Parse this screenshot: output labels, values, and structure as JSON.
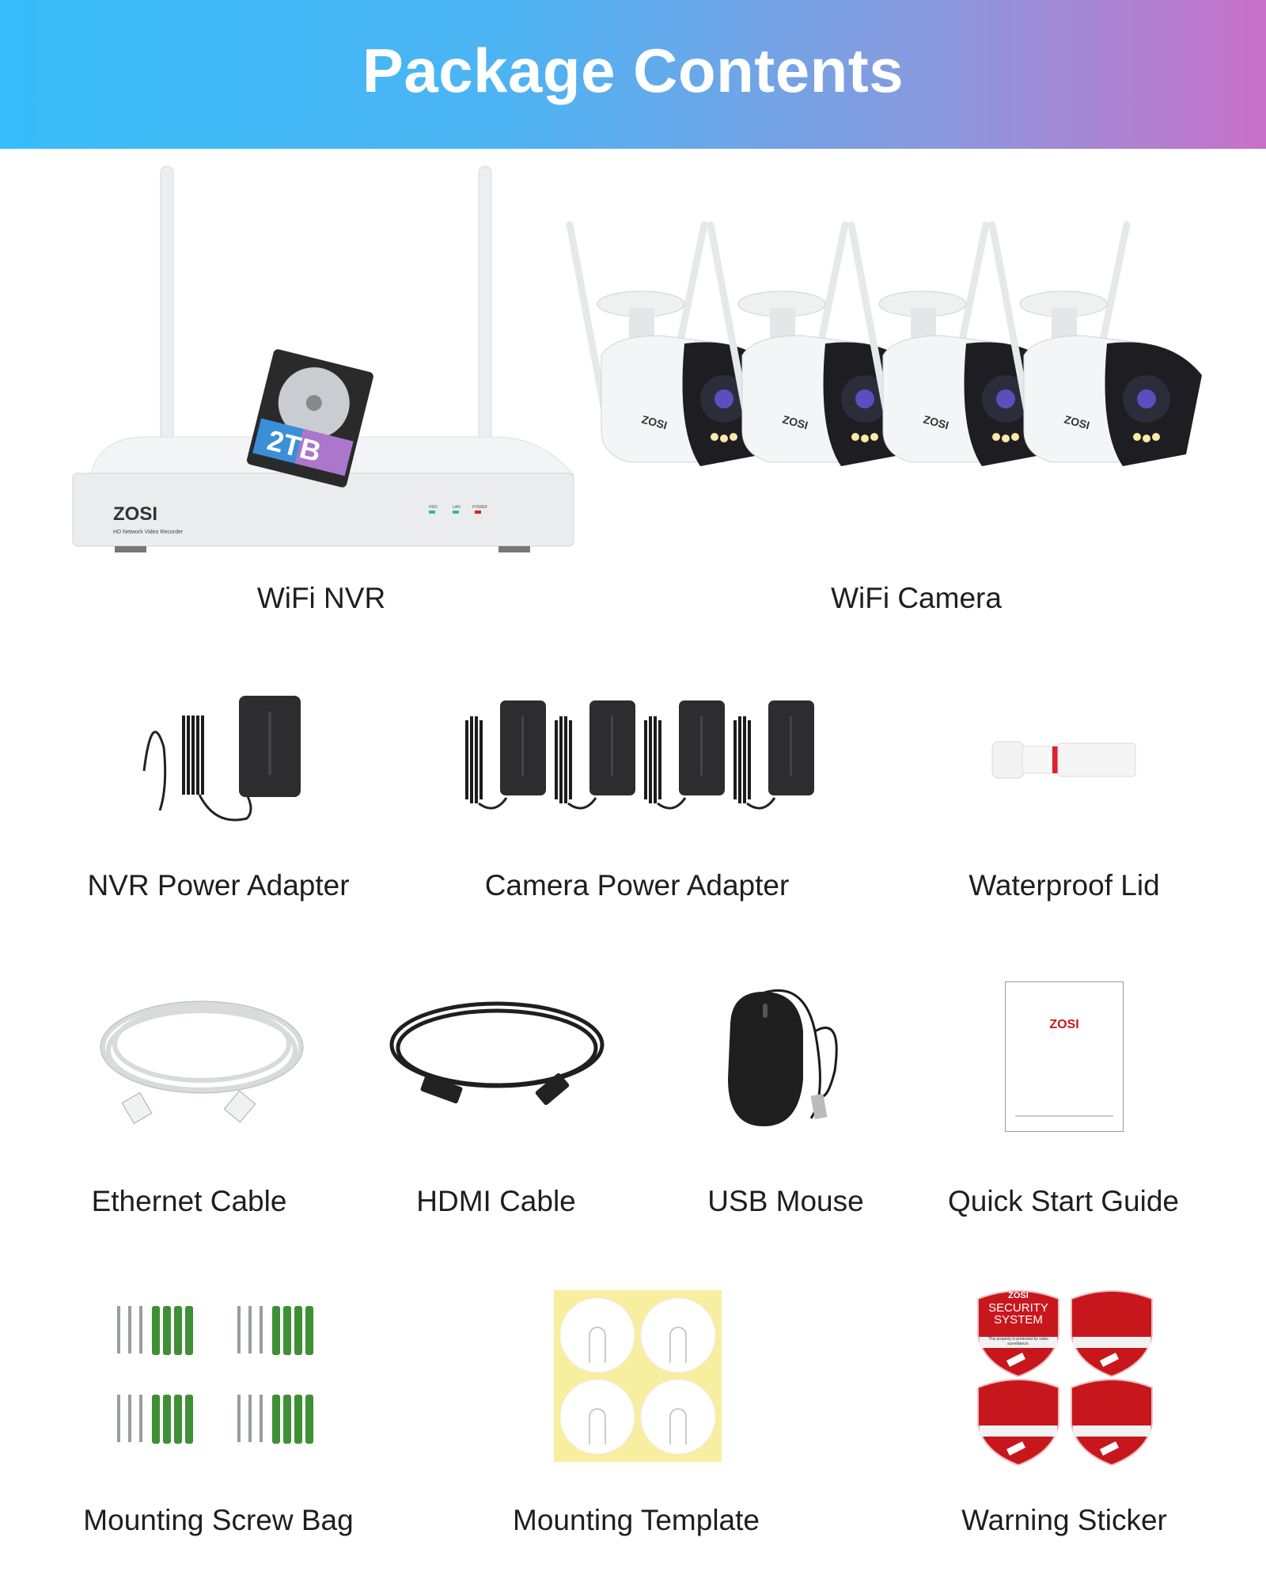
{
  "header": {
    "title": "Package Contents",
    "gradient": [
      "#37bdf9",
      "#c870c8"
    ]
  },
  "items": [
    {
      "label": "WiFi NVR"
    },
    {
      "label": "WiFi Camera"
    },
    {
      "label": "NVR Power Adapter"
    },
    {
      "label": "Camera Power Adapter"
    },
    {
      "label": "Waterproof Lid"
    },
    {
      "label": "Ethernet Cable"
    },
    {
      "label": "HDMI Cable"
    },
    {
      "label": "USB Mouse"
    },
    {
      "label": "Quick Start Guide"
    },
    {
      "label": "Mounting Screw Bag"
    },
    {
      "label": "Mounting Template"
    },
    {
      "label": "Warning Sticker"
    }
  ],
  "nvr": {
    "brand": "ZOSI",
    "subtitle": "HD Network Video Recorder",
    "leds": [
      "HDD",
      "LAN",
      "POWER"
    ],
    "hdd_capacity": "2TB"
  },
  "camera": {
    "brand": "ZOSI"
  },
  "guide": {
    "brand": "ZOSI"
  },
  "sticker": {
    "brand": "ZOSI",
    "line1": "SECURITY",
    "line2": "SYSTEM",
    "notice": "This property is protected by video surveillance."
  },
  "colors": {
    "brand_red": "#c8161d",
    "template_yellow": "#f7eea0"
  }
}
